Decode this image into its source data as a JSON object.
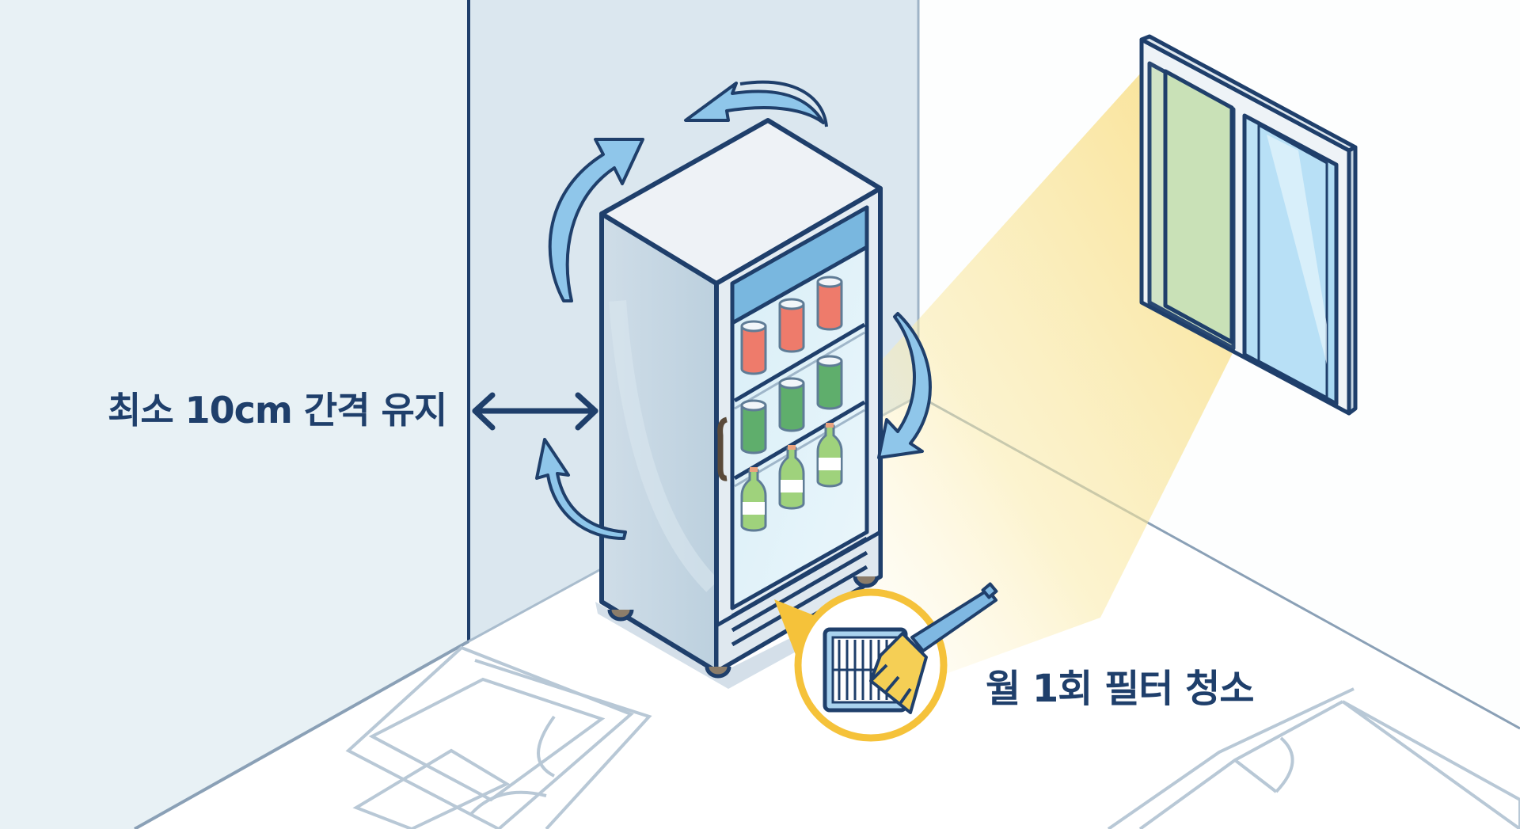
{
  "illustration": {
    "subject": "glass-door beverage refrigerator installation guide",
    "annotations": {
      "clearance": "최소 10cm 간격 유지",
      "filter_cleaning": "월 1회 필터 청소"
    },
    "shelves": [
      {
        "row": 1,
        "items": [
          "can",
          "can",
          "can"
        ],
        "item_color": "#ee7b6b"
      },
      {
        "row": 2,
        "items": [
          "can",
          "can",
          "can"
        ],
        "item_color": "#5fae6c"
      },
      {
        "row": 3,
        "items": [
          "bottle",
          "bottle",
          "bottle"
        ],
        "item_color": "#9fd27c"
      }
    ],
    "icons": [
      "airflow-arrow-icon",
      "double-arrow-icon",
      "filter-icon",
      "brush-icon",
      "window-icon",
      "sunlight-icon"
    ],
    "colors": {
      "outline": "#1f3f6b",
      "arrow_fill": "#8fc6ea",
      "left_wall": "#e8f1f5",
      "back_wall": "#dbe7ef",
      "floor": "#ffffff",
      "sunlight": "#f9e39a",
      "callout_ring": "#f5c23a",
      "floor_lines": "#b8c8d6"
    }
  }
}
